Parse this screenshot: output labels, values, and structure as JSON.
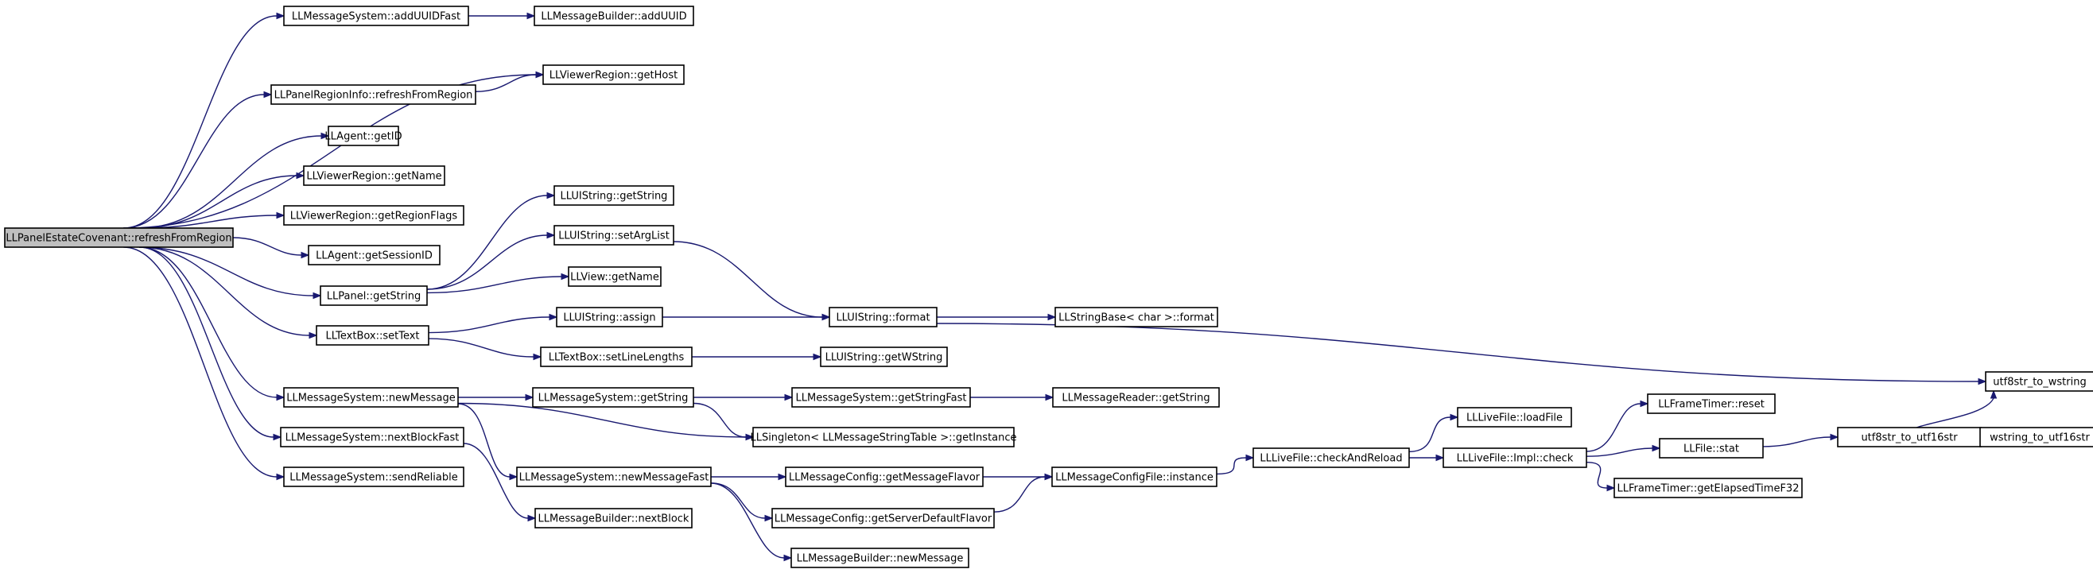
{
  "colors": {
    "edge": "#191970",
    "root_fill": "#bfbfbf",
    "node_fill": "#ffffff",
    "node_border": "#000000"
  },
  "nodes": [
    {
      "id": "root",
      "label": "LLPanelEstateCovenant::refreshFromRegion"
    },
    {
      "id": "addUUIDFast",
      "label": "LLMessageSystem::addUUIDFast"
    },
    {
      "id": "addUUID",
      "label": "LLMessageBuilder::addUUID"
    },
    {
      "id": "getHost",
      "label": "LLViewerRegion::getHost"
    },
    {
      "id": "prRefresh",
      "label": "LLPanelRegionInfo::refreshFromRegion"
    },
    {
      "id": "agentGetID",
      "label": "LLAgent::getID"
    },
    {
      "id": "vrGetName",
      "label": "LLViewerRegion::getName"
    },
    {
      "id": "getRegionFlags",
      "label": "LLViewerRegion::getRegionFlags"
    },
    {
      "id": "getSessionID",
      "label": "LLAgent::getSessionID"
    },
    {
      "id": "panelGetString",
      "label": "LLPanel::getString"
    },
    {
      "id": "uiGetString",
      "label": "LLUIString::getString"
    },
    {
      "id": "setArgList",
      "label": "LLUIString::setArgList"
    },
    {
      "id": "viewGetName",
      "label": "LLView::getName"
    },
    {
      "id": "setText",
      "label": "LLTextBox::setText"
    },
    {
      "id": "uiAssign",
      "label": "LLUIString::assign"
    },
    {
      "id": "uiFormat",
      "label": "LLUIString::format"
    },
    {
      "id": "sbFormat",
      "label": "LLStringBase< char >::format"
    },
    {
      "id": "setLineLengths",
      "label": "LLTextBox::setLineLengths"
    },
    {
      "id": "getWString",
      "label": "LLUIString::getWString"
    },
    {
      "id": "utf8ToW",
      "label": "utf8str_to_wstring"
    },
    {
      "id": "newMessage",
      "label": "LLMessageSystem::newMessage"
    },
    {
      "id": "msGetString",
      "label": "LLMessageSystem::getString"
    },
    {
      "id": "getStringFast",
      "label": "LLMessageSystem::getStringFast"
    },
    {
      "id": "readerGetString",
      "label": "LLMessageReader::getString"
    },
    {
      "id": "singleton",
      "label": "LLSingleton< LLMessageStringTable >::getInstance"
    },
    {
      "id": "nextBlockFast",
      "label": "LLMessageSystem::nextBlockFast"
    },
    {
      "id": "sendReliable",
      "label": "LLMessageSystem::sendReliable"
    },
    {
      "id": "newMessageFast",
      "label": "LLMessageSystem::newMessageFast"
    },
    {
      "id": "nextBlock",
      "label": "LLMessageBuilder::nextBlock"
    },
    {
      "id": "getMessageFlavor",
      "label": "LLMessageConfig::getMessageFlavor"
    },
    {
      "id": "serverDefaultFlavor",
      "label": "LLMessageConfig::getServerDefaultFlavor"
    },
    {
      "id": "mbNewMessage",
      "label": "LLMessageBuilder::newMessage"
    },
    {
      "id": "configInstance",
      "label": "LLMessageConfigFile::instance"
    },
    {
      "id": "checkAndReload",
      "label": "LLLiveFile::checkAndReload"
    },
    {
      "id": "loadFile",
      "label": "LLLiveFile::loadFile"
    },
    {
      "id": "implCheck",
      "label": "LLLiveFile::Impl::check"
    },
    {
      "id": "ftReset",
      "label": "LLFrameTimer::reset"
    },
    {
      "id": "fileStat",
      "label": "LLFile::stat"
    },
    {
      "id": "ftElapsed",
      "label": "LLFrameTimer::getElapsedTimeF32"
    },
    {
      "id": "utf8ToUtf16",
      "label": "utf8str_to_utf16str"
    },
    {
      "id": "wstrToUtf16",
      "label": "wstring_to_utf16str"
    }
  ],
  "edges": [
    [
      "root",
      "addUUIDFast"
    ],
    [
      "root",
      "getHost"
    ],
    [
      "root",
      "prRefresh"
    ],
    [
      "root",
      "agentGetID"
    ],
    [
      "root",
      "vrGetName"
    ],
    [
      "root",
      "getRegionFlags"
    ],
    [
      "root",
      "getSessionID"
    ],
    [
      "root",
      "panelGetString"
    ],
    [
      "root",
      "setText"
    ],
    [
      "root",
      "newMessage"
    ],
    [
      "root",
      "nextBlockFast"
    ],
    [
      "root",
      "sendReliable"
    ],
    [
      "addUUIDFast",
      "addUUID"
    ],
    [
      "prRefresh",
      "getHost"
    ],
    [
      "panelGetString",
      "uiGetString"
    ],
    [
      "panelGetString",
      "setArgList"
    ],
    [
      "panelGetString",
      "viewGetName"
    ],
    [
      "setArgList",
      "uiFormat"
    ],
    [
      "setText",
      "uiAssign"
    ],
    [
      "setText",
      "setLineLengths"
    ],
    [
      "uiAssign",
      "uiFormat"
    ],
    [
      "uiFormat",
      "sbFormat"
    ],
    [
      "uiFormat",
      "utf8ToW"
    ],
    [
      "setLineLengths",
      "getWString"
    ],
    [
      "newMessage",
      "msGetString"
    ],
    [
      "newMessage",
      "singleton"
    ],
    [
      "newMessage",
      "newMessageFast"
    ],
    [
      "msGetString",
      "getStringFast"
    ],
    [
      "msGetString",
      "singleton"
    ],
    [
      "getStringFast",
      "readerGetString"
    ],
    [
      "nextBlockFast",
      "nextBlock"
    ],
    [
      "newMessageFast",
      "getMessageFlavor"
    ],
    [
      "newMessageFast",
      "serverDefaultFlavor"
    ],
    [
      "newMessageFast",
      "mbNewMessage"
    ],
    [
      "getMessageFlavor",
      "configInstance"
    ],
    [
      "serverDefaultFlavor",
      "configInstance"
    ],
    [
      "configInstance",
      "checkAndReload"
    ],
    [
      "checkAndReload",
      "loadFile"
    ],
    [
      "checkAndReload",
      "implCheck"
    ],
    [
      "implCheck",
      "ftReset"
    ],
    [
      "implCheck",
      "fileStat"
    ],
    [
      "implCheck",
      "ftElapsed"
    ],
    [
      "fileStat",
      "utf8ToUtf16"
    ],
    [
      "utf8ToUtf16",
      "utf8ToW"
    ],
    [
      "utf8ToUtf16",
      "wstrToUtf16"
    ]
  ]
}
